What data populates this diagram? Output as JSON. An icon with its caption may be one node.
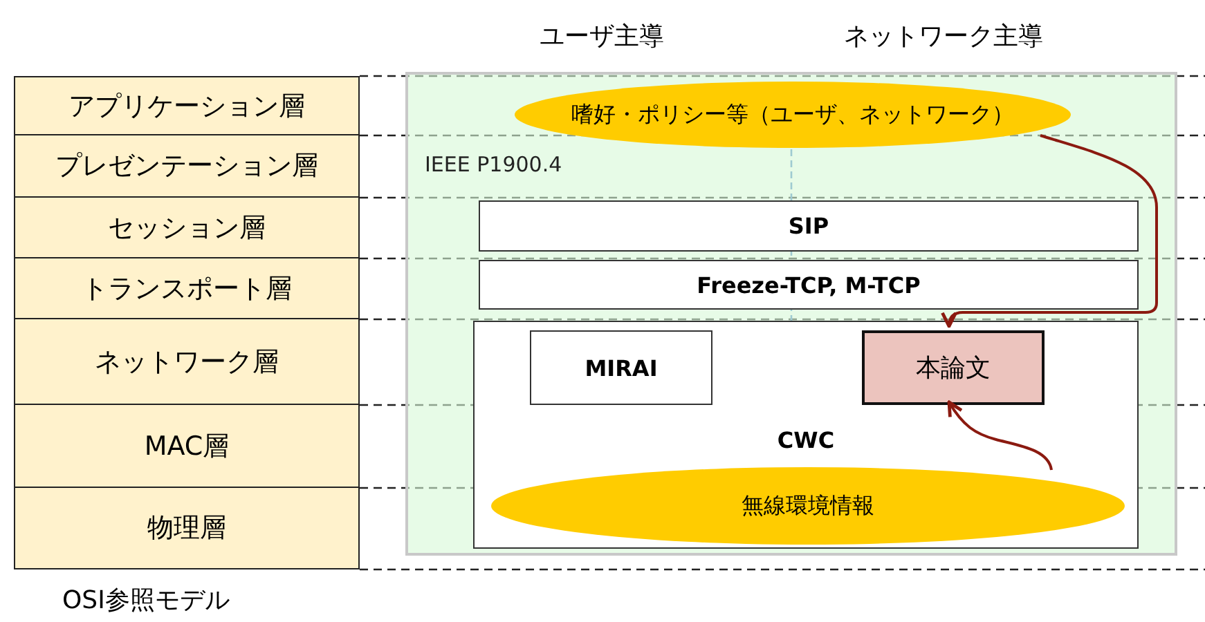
{
  "diagram": {
    "nodes": [
      {
        "text": [
          "アプリケーション層"
        ]
      },
      {
        "text": [
          "プレゼンテーション層"
        ]
      },
      {
        "text": [
          "セッション層"
        ]
      },
      {
        "text": [
          "トランスポート層"
        ]
      },
      {
        "text": [
          "ネットワーク層"
        ]
      },
      {
        "text": [
          "MAC層"
        ]
      },
      {
        "text": [
          "物理層"
        ]
      },
      {
        "text": [
          "IEEE P1900.4"
        ]
      },
      {
        "text": [
          "SIP"
        ],
        "in": 7
      },
      {
        "text": [
          "Freeze-TCP, M-TCP"
        ],
        "in": 7
      },
      {
        "text": [
          "CWC"
        ],
        "in": 7
      },
      {
        "text": [
          "MIRAI"
        ],
        "in": 10
      },
      {
        "text": [
          "本論文"
        ],
        "in": 10
      },
      {
        "text": [
          "嗜好・ポリシー等（ユーザ、ネットワーク）"
        ],
        "in": 7
      },
      {
        "text": [
          "無線環境情報"
        ],
        "in": 10
      }
    ],
    "edges": [
      {
        "from": 13,
        "to": 12,
        "arrow": "to"
      },
      {
        "from": 14,
        "to": 12,
        "arrow": "to"
      }
    ],
    "labels": [
      "ユーザ主導",
      "ネットワーク主導",
      "OSI参照モデル"
    ]
  }
}
